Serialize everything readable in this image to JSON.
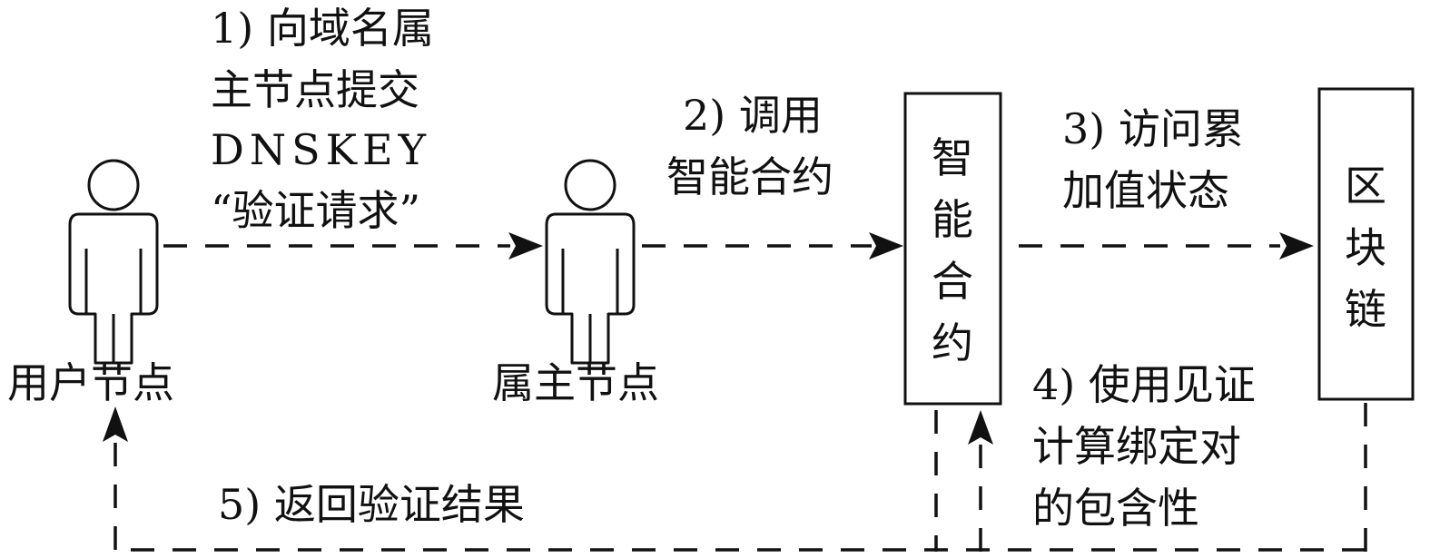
{
  "actors": {
    "user_node": "用户节点",
    "owner_node": "属主节点"
  },
  "boxes": {
    "smart_contract": [
      "智",
      "能",
      "合",
      "约"
    ],
    "blockchain": [
      "区",
      "块",
      "链"
    ]
  },
  "steps": {
    "step1": [
      "1) 向域名属",
      "主节点提交",
      "DNSKEY",
      "“验证请求”"
    ],
    "step2": [
      "2) 调用",
      "智能合约"
    ],
    "step3": [
      "3) 访问累",
      "加值状态"
    ],
    "step4": [
      "4) 使用见证",
      "计算绑定对",
      "的包含性"
    ],
    "step5": [
      "5) 返回验证结果"
    ]
  }
}
